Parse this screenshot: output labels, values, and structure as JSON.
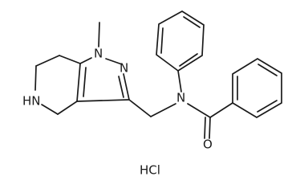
{
  "molecule": {
    "atom_labels": {
      "n1": "N",
      "n2": "N",
      "amide_n": "N",
      "ring_nh": "HN",
      "oxygen": "O"
    },
    "methyl": "",
    "salt": "HCl"
  },
  "colors": {
    "bond": "#1a1a1a",
    "background": "#ffffff"
  }
}
